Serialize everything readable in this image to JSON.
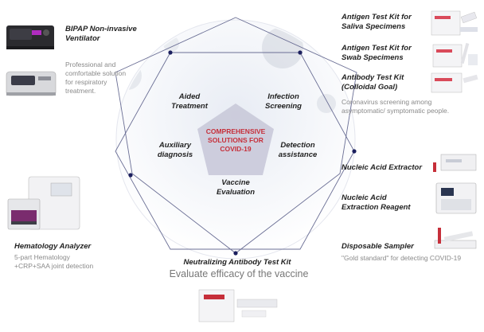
{
  "center": {
    "title_lines": [
      "COMPREHENSIVE",
      "SOLUTIONS FOR",
      "COVID-19"
    ],
    "color": "#c62f3a",
    "fill": "#c9c9d9"
  },
  "segments": {
    "aided": [
      "Aided",
      "Treatment"
    ],
    "infection": [
      "Infection",
      "Screening"
    ],
    "auxiliary": [
      "Auxiliary",
      "diagnosis"
    ],
    "detection": [
      "Detection",
      "assistance"
    ],
    "vaccine": [
      "Vaccine",
      "Evaluation"
    ]
  },
  "products": {
    "bipap": {
      "title_lines": [
        "BIPAP Non-invasive",
        "Ventilator"
      ]
    },
    "ventilator_desc": {
      "lines": [
        "Professional and",
        "comfortable solution",
        "for respiratory",
        "treatment."
      ]
    },
    "antigen_saliva": {
      "title_lines": [
        "Antigen Test Kit for",
        "Saliva Specimens"
      ]
    },
    "antigen_swab": {
      "title_lines": [
        "Antigen Test Kit for",
        "Swab Specimens"
      ]
    },
    "antibody": {
      "title_lines": [
        "Antibody Test Kit",
        "(Colloidal Goal)"
      ]
    },
    "screening_desc": {
      "lines": [
        "Coronavirus screening among",
        "asymptomatic/ symptomatic people."
      ]
    },
    "nucleic_extractor": {
      "title": "Nucleic Acid Extractor"
    },
    "nucleic_reagent": {
      "title_lines": [
        "Nucleic Acid",
        "Extraction Reagent"
      ]
    },
    "sampler": {
      "title": "Disposable Sampler"
    },
    "sampler_desc": {
      "text": "\"Gold standard\" for detecting COVID-19"
    },
    "hematology": {
      "title": "Hematology Analyzer"
    },
    "hematology_desc": {
      "lines": [
        "5-part Hematology",
        "+CRP+SAA joint detection"
      ]
    },
    "neutralizing": {
      "title": "Neutralizing Antibody Test Kit"
    },
    "vaccine_tag": {
      "text": "Evaluate efficacy of the vaccine"
    }
  },
  "colors": {
    "line": "#1b1f5e",
    "text": "#222222",
    "muted": "#8a8a8a",
    "accent": "#c62f3a"
  }
}
